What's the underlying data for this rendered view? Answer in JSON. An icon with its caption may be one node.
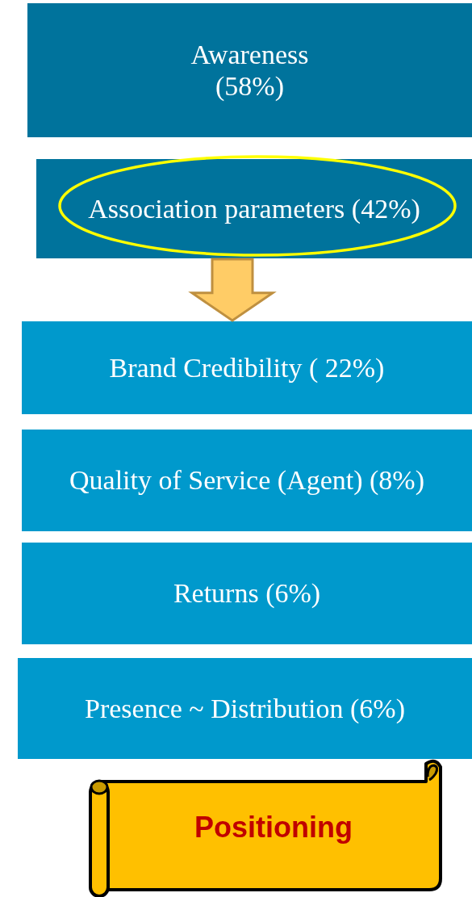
{
  "diagram": {
    "nodes": [
      {
        "text": [
          "Awareness (58%)"
        ]
      },
      {
        "text": [
          "Association parameters (42%)"
        ]
      },
      {
        "text": [
          "Brand Credibility ( 22%)"
        ]
      },
      {
        "text": [
          "Quality of Service (Agent) (8%)"
        ]
      },
      {
        "text": [
          "Returns (6%)"
        ]
      },
      {
        "text": [
          "Presence ~ Distribution (6%)"
        ]
      },
      {
        "text": [
          "Positioning"
        ]
      }
    ],
    "edges": [
      {
        "from": 1,
        "to": 2,
        "arrow": "to",
        "style": "thick"
      }
    ]
  }
}
